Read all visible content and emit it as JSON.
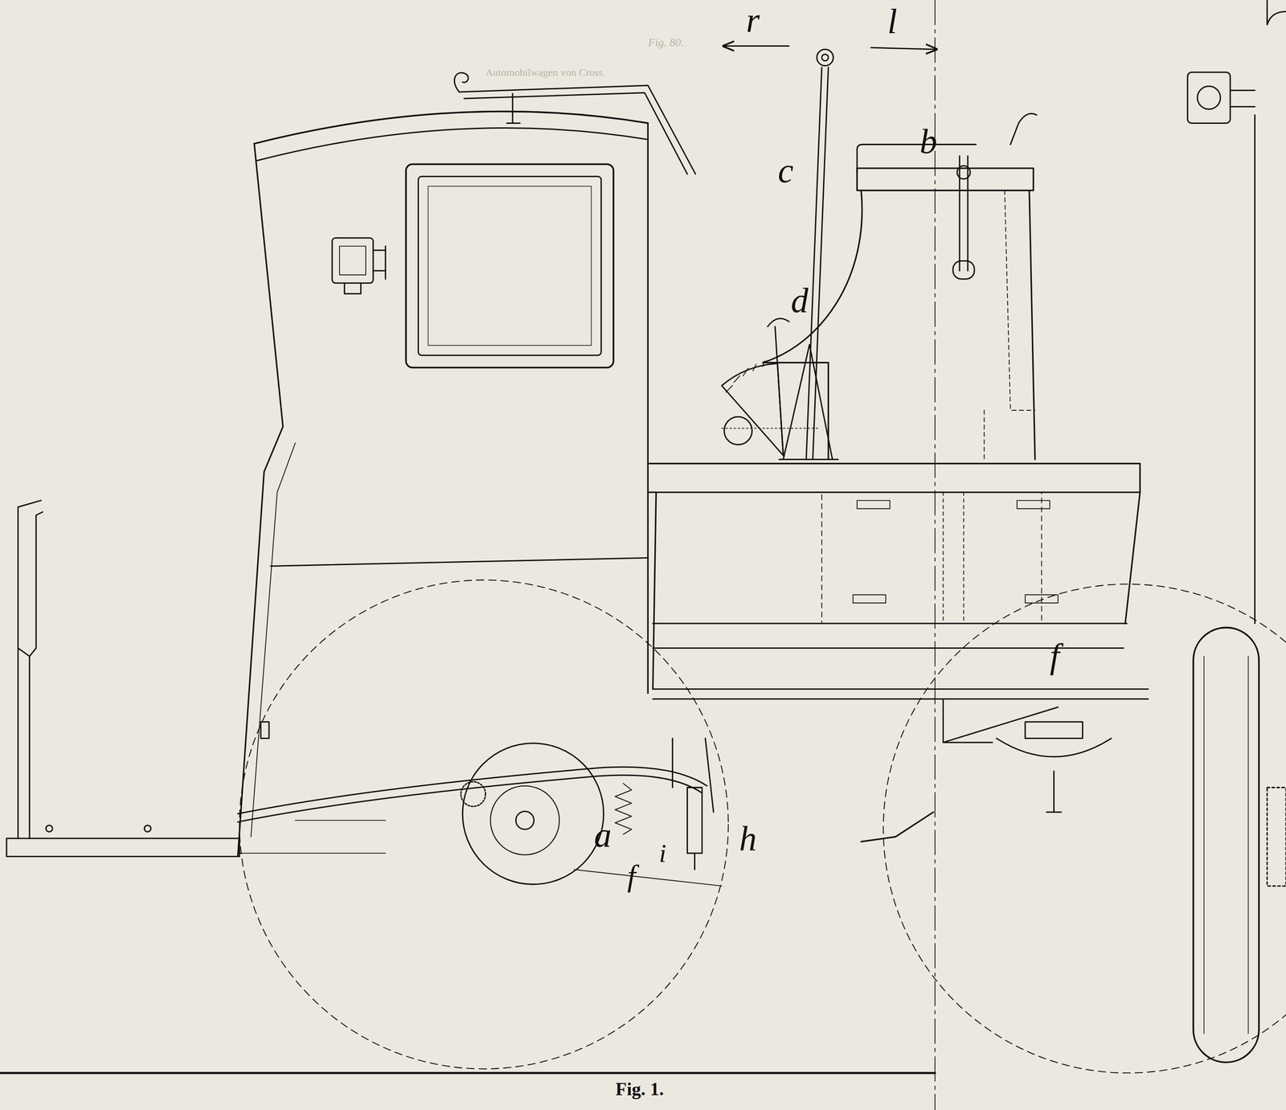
{
  "diagram": {
    "caption": "Fig. 1.",
    "labels": [
      "Fig. 80.",
      "Automobilwagen von Cross.",
      "r",
      "l",
      "c",
      "b",
      "d",
      "a",
      "h",
      "i",
      "f",
      "f"
    ]
  }
}
